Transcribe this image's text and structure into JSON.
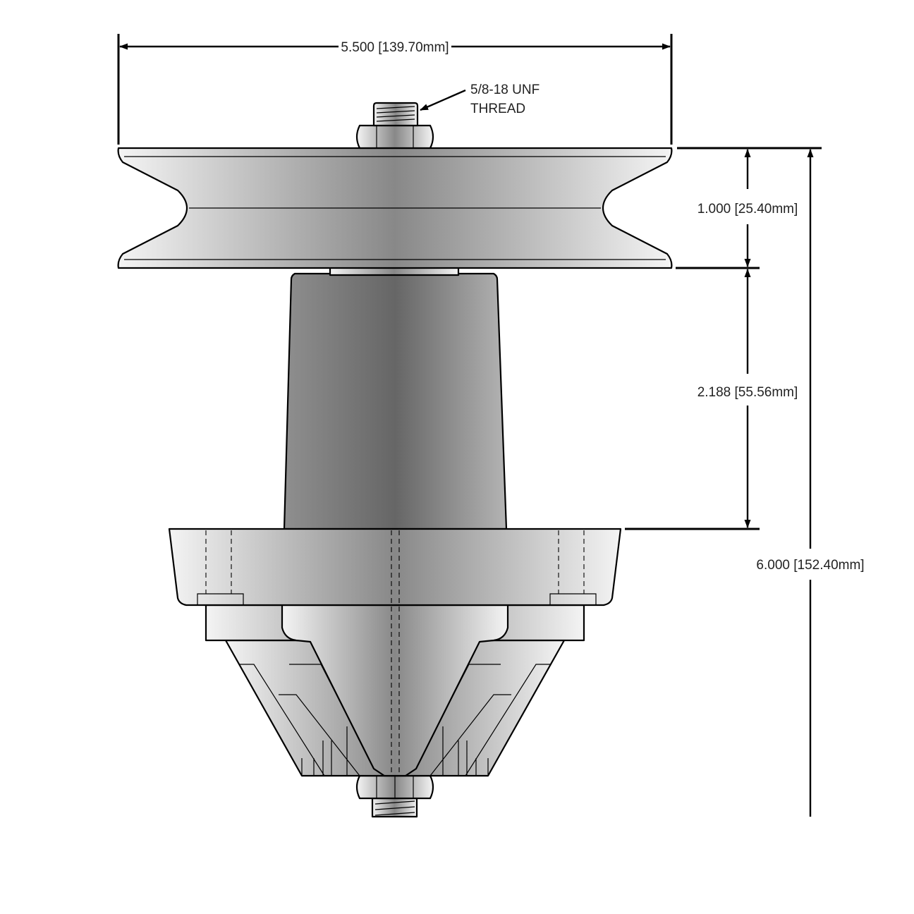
{
  "dimensions": {
    "overall_width": "5.500 [139.70mm]",
    "pulley_height": "1.000 [25.40mm]",
    "housing_height": "2.188 [55.56mm]",
    "overall_height": "6.000 [152.40mm]"
  },
  "thread_note": {
    "line1": "5/8-18 UNF",
    "line2": "THREAD"
  }
}
